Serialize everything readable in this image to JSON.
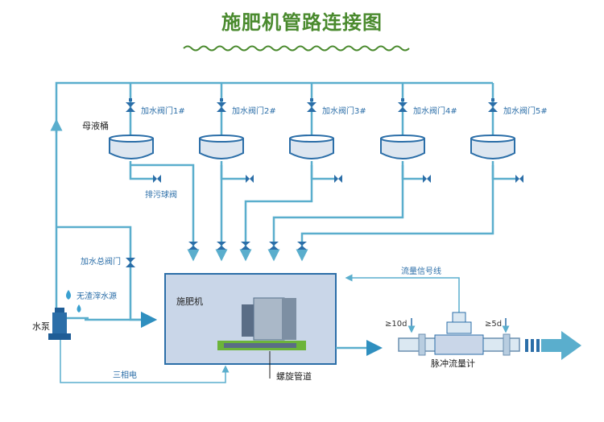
{
  "title": "施肥机管路连接图",
  "valves": [
    {
      "label": "加水阀门1#"
    },
    {
      "label": "加水阀门2#"
    },
    {
      "label": "加水阀门3#"
    },
    {
      "label": "加水阀门4#"
    },
    {
      "label": "加水阀门5#"
    }
  ],
  "tank_label": "母液桶",
  "drain_label": "排污球阀",
  "main_valve_label": "加水总阀门",
  "machine_label": "施肥机",
  "water_source_label": "无渣滓水源",
  "pump_label": "水泵",
  "power_label": "三相电",
  "signal_label": "流量信号线",
  "upstream_label": "≥10d",
  "downstream_label": "≥5d",
  "meter_label": "脉冲流量计",
  "screw_label": "螺旋管道",
  "colors": {
    "title": "#4a8a2e",
    "pipe": "#5aaecd",
    "box": "#c9d6e8",
    "valve": "#2b6ea8",
    "arrow": "#5aaecd"
  }
}
